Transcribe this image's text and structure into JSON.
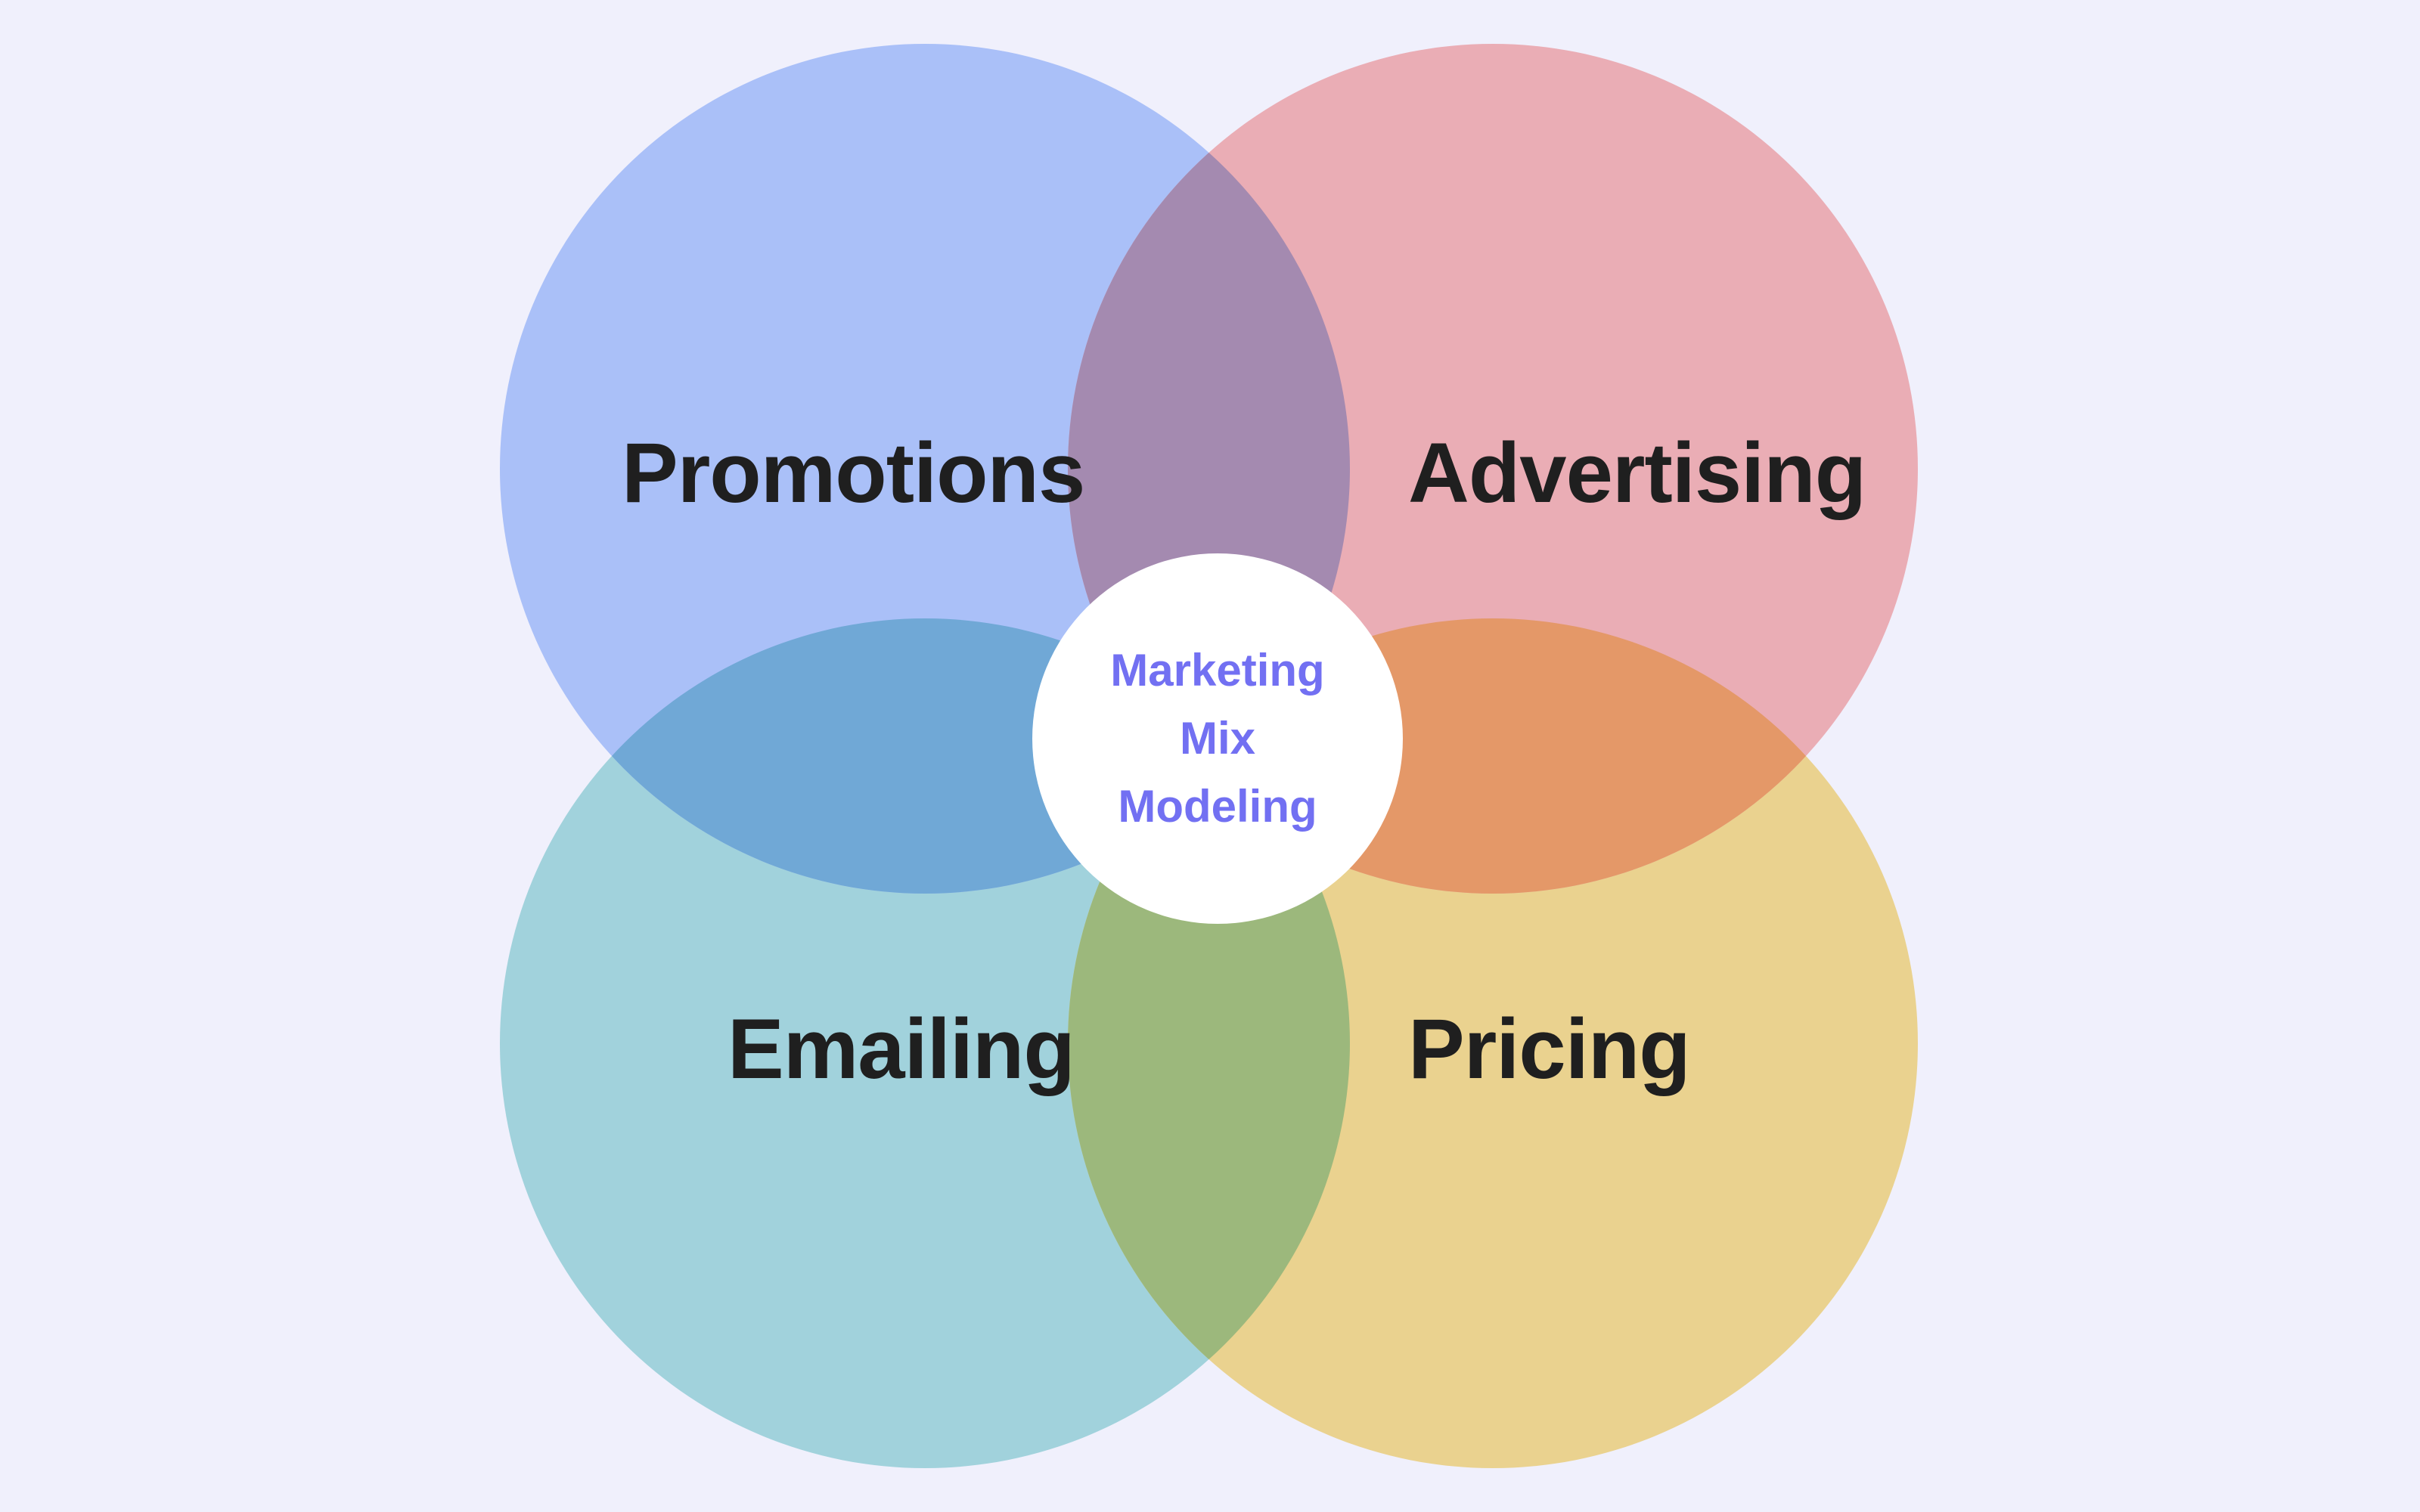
{
  "diagram": {
    "type": "venn",
    "background": "#F0F0FC",
    "center": {
      "lines": [
        "Marketing",
        "Mix",
        "Modeling"
      ],
      "text_color": "#7270F2",
      "fill": "#FFFFFF"
    },
    "sets": [
      {
        "label": "Promotions",
        "color": "#AAC0F8",
        "position": "top-left"
      },
      {
        "label": "Advertising",
        "color": "#EAADB5",
        "position": "top-right"
      },
      {
        "label": "Emailing",
        "color": "#A1D2DC",
        "position": "bottom-left"
      },
      {
        "label": "Pricing",
        "color": "#EAD28F",
        "position": "bottom-right"
      }
    ],
    "overlaps": [
      {
        "sets": [
          "Promotions",
          "Advertising"
        ],
        "color": "#A48AB0"
      },
      {
        "sets": [
          "Promotions",
          "Emailing"
        ],
        "color": "#70A8D6"
      },
      {
        "sets": [
          "Advertising",
          "Pricing"
        ],
        "color": "#E49868"
      },
      {
        "sets": [
          "Emailing",
          "Pricing"
        ],
        "color": "#9CB87C"
      }
    ]
  }
}
